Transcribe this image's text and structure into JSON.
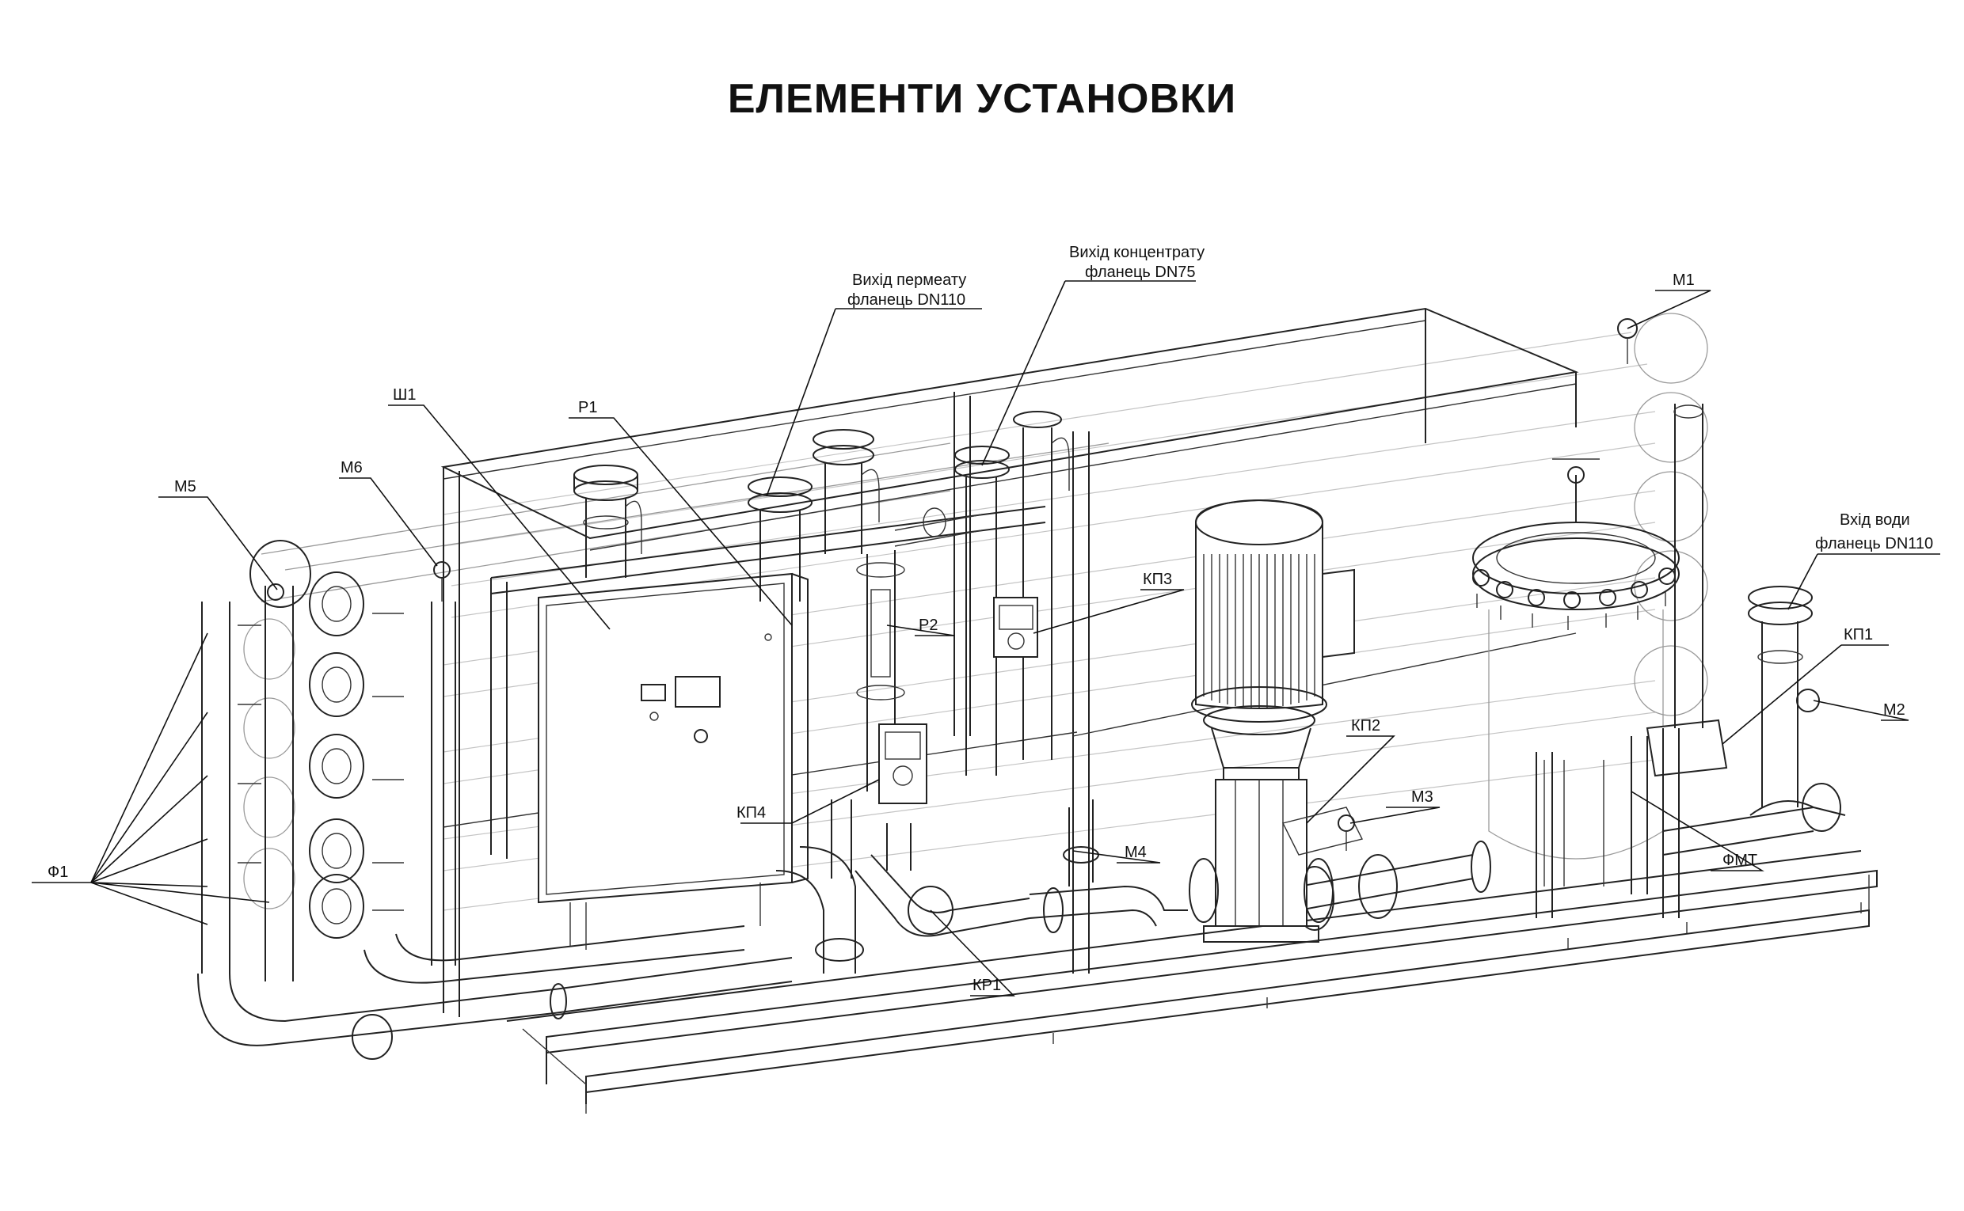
{
  "title": "ЕЛЕМЕНТИ УСТАНОВКИ",
  "labels": {
    "sh1": "Ш1",
    "r1": "Р1",
    "m6": "М6",
    "m5": "М5",
    "f1": "Ф1",
    "permeate_line1": "Вихід пермеату",
    "permeate_line2": "фланець DN110",
    "concentrate_line1": "Вихід концентрату",
    "concentrate_line2": "фланець DN75",
    "m1": "М1",
    "water_in_line1": "Вхід води",
    "water_in_line2": "фланець DN110",
    "kp1": "КП1",
    "m2": "М2",
    "kp3": "КП3",
    "p2": "Р2",
    "kp2": "КП2",
    "m3": "М3",
    "kp4": "КП4",
    "m4": "М4",
    "fmt": "ФМТ",
    "kr1": "КР1"
  }
}
